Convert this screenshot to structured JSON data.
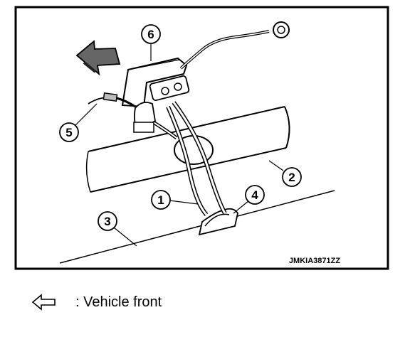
{
  "figure": {
    "code": "JMKIA3871ZZ",
    "callouts": [
      "1",
      "2",
      "3",
      "4",
      "5",
      "6"
    ]
  },
  "legend": {
    "icon": "arrow-left-outline-icon",
    "text": ": Vehicle front"
  }
}
